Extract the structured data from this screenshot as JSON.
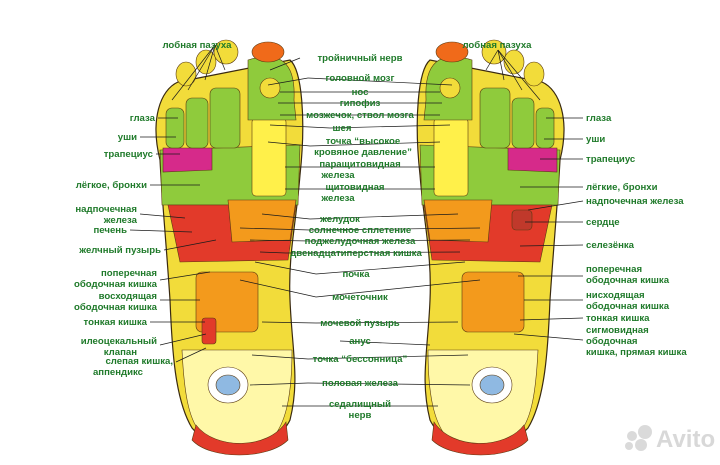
{
  "center_labels": [
    "тройничный нерв",
    "головной мозг",
    "нос",
    "гипофиз",
    "мозжечок, ствол мозга",
    "шея",
    "точка “высокое",
    "кровяное давление”",
    "паращитовидная",
    "железа",
    "щитовидная",
    "железа",
    "желудок",
    "солнечное сплетение",
    "поджелудочная железа",
    "двенадцатиперстная кишка",
    "почка",
    "мочеточник",
    "мочевой пузырь",
    "анус",
    "точка “бессонница”",
    "половая железа",
    "седалищный",
    "нерв"
  ],
  "left_labels": [
    "лобная пазуха",
    "глаза",
    "уши",
    "трапециус",
    "лёгкое, бронхи",
    "надпочечная",
    "железа",
    "печень",
    "желчный пузырь",
    "поперечная",
    "ободочная кишка",
    "восходящая",
    "ободочная кишка",
    "тонкая кишка",
    "илеоцекальный",
    "клапан",
    "слепая кишка,",
    "аппендикс"
  ],
  "right_labels": [
    "лобная пазуха",
    "глаза",
    "уши",
    "трапециус",
    "лёгкие, бронхи",
    "надпочечная железа",
    "сердце",
    "селезёнка",
    "поперечная",
    "ободочная кишка",
    "нисходящая",
    "ободочная кишка",
    "тонкая кишка",
    "сигмовидная",
    "ободочная",
    "кишка, прямая кишка"
  ],
  "watermark": "Avito",
  "colors": {
    "label_text": "#1f7a2a",
    "foot_base": "#f2dc3a",
    "zone_green": "#8fcb3c",
    "zone_red": "#e23a2a",
    "zone_magenta": "#d62a8a",
    "zone_orange": "#f39a1c",
    "heel_yellow": "#fff8a8",
    "toe_tip": "#f06a1a"
  }
}
